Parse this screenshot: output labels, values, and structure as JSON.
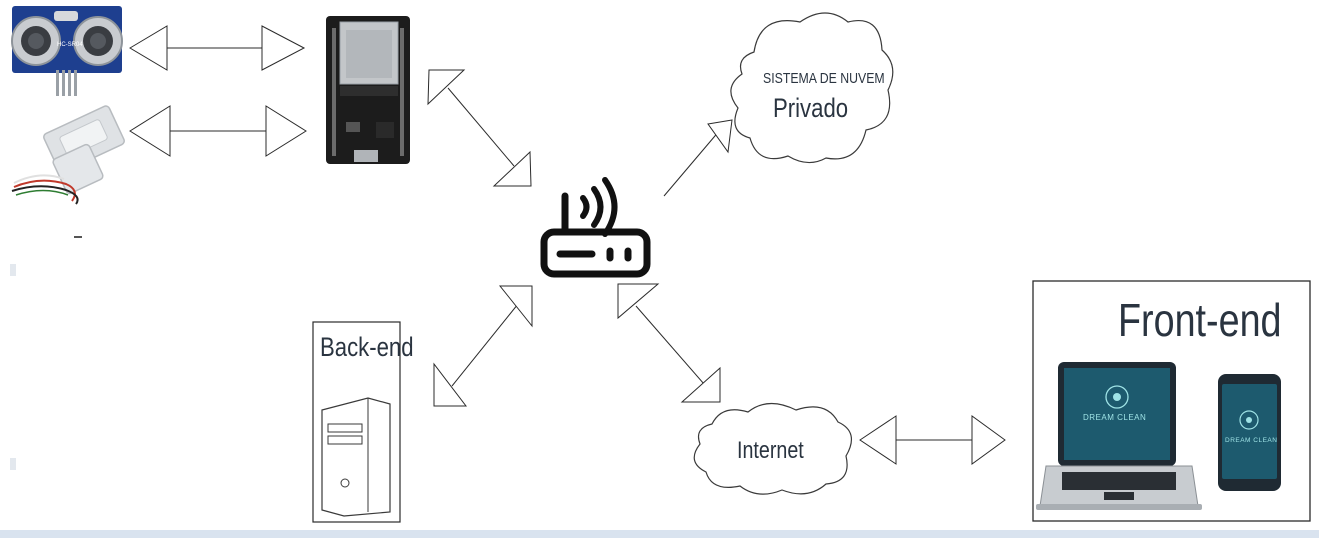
{
  "cloud_private": {
    "line1": "SISTEMA DE NUVEM",
    "line2": "Privado"
  },
  "backend": {
    "label": "Back-end"
  },
  "internet": {
    "label": "Internet"
  },
  "frontend": {
    "label": "Front-end",
    "brand": "DREAM CLEAN"
  },
  "sensor": {
    "module_text": "HC-SR04"
  },
  "colors": {
    "line": "#2b2b2b",
    "screen": "#1d5a6e",
    "frame": "#1f2a33"
  }
}
